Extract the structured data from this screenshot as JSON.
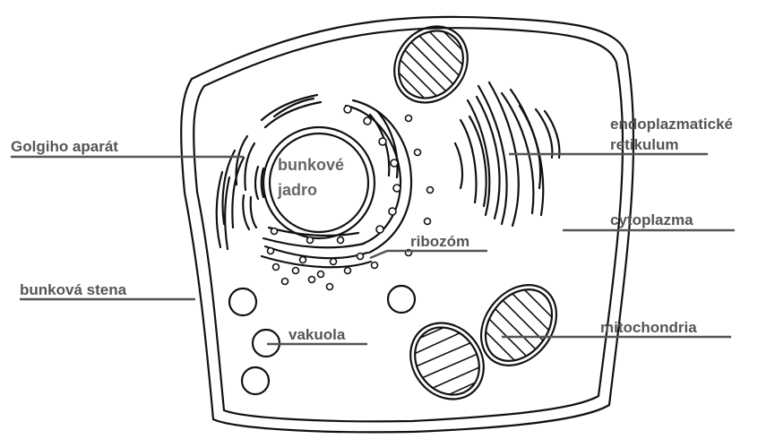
{
  "diagram": {
    "labels": {
      "golgi": "Golgiho aparát",
      "nucleus_line1": "bunkové",
      "nucleus_line2": "jadro",
      "er_line1": "endoplazmatické",
      "er_line2": "retikulum",
      "cytoplasm": "cytoplazma",
      "ribosome": "ribozóm",
      "cell_wall": "bunková stena",
      "vacuole": "vakuola",
      "mitochondria": "mitochondria"
    }
  }
}
